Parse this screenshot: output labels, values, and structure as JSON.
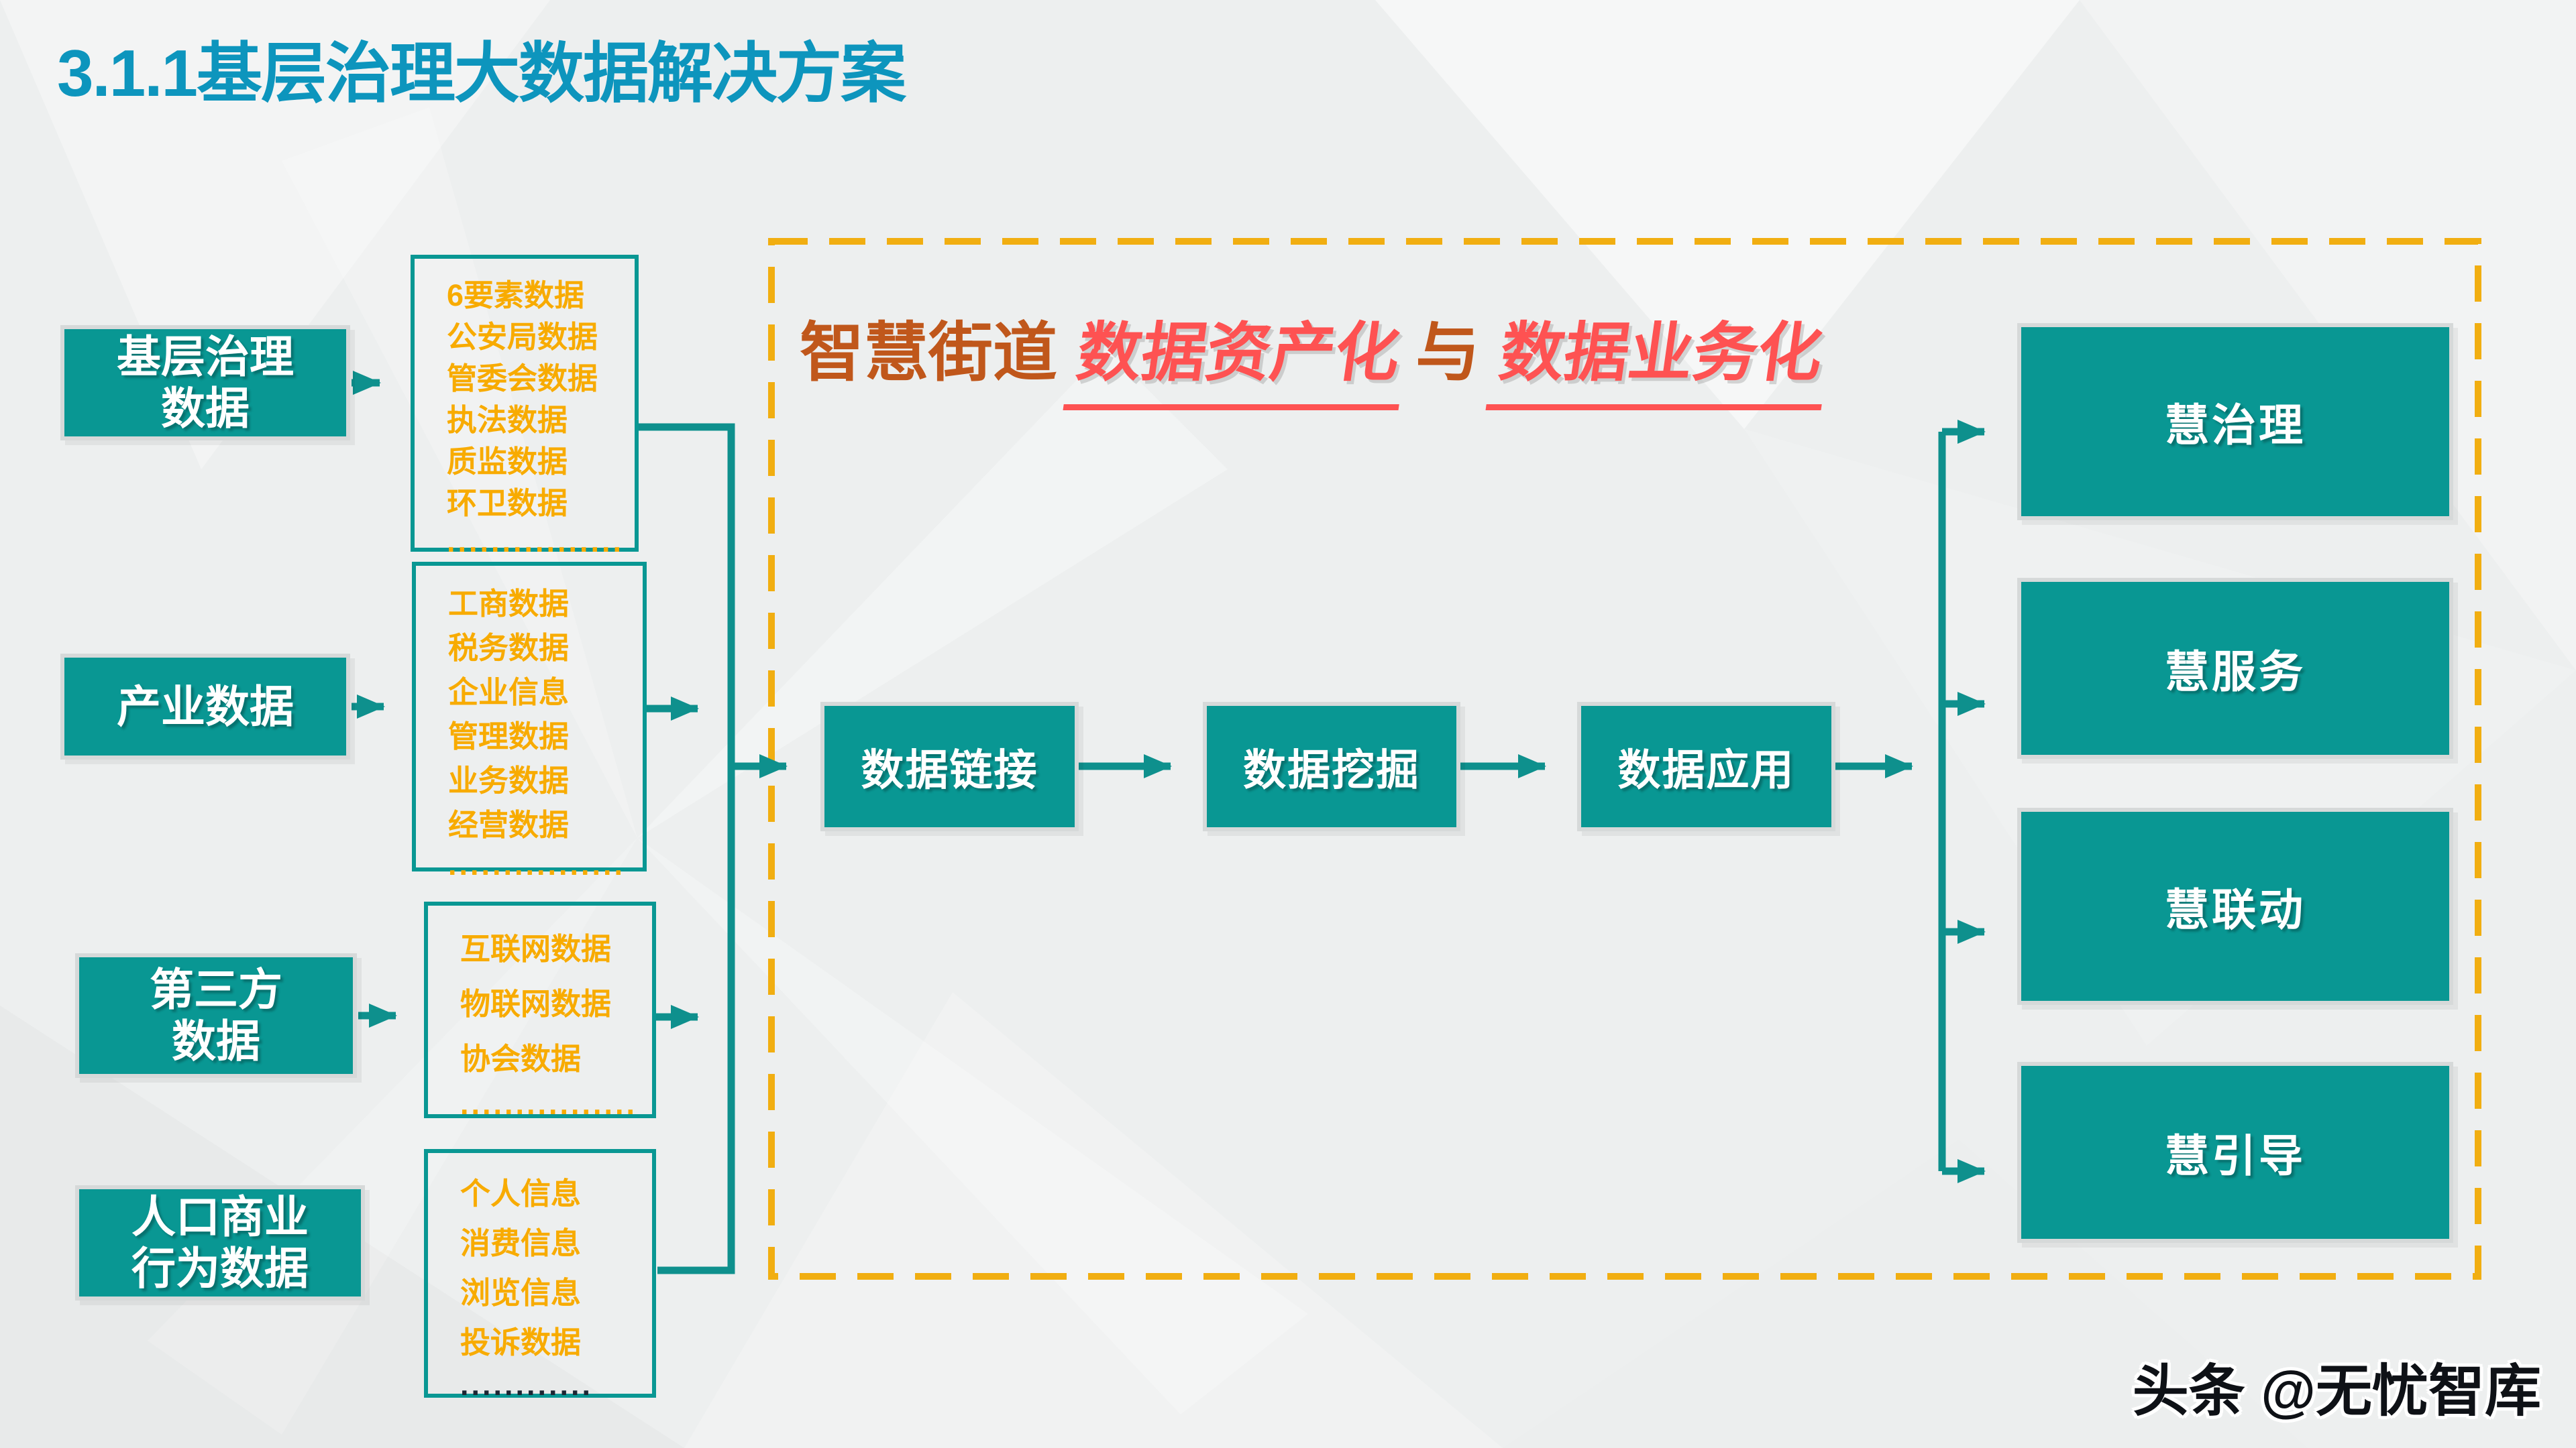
{
  "slide": {
    "title": "3.1.1基层治理大数据解决方案",
    "watermark": "头条 @无忧智库"
  },
  "left_groups": [
    {
      "label_lines": [
        "基层治理",
        "数据"
      ],
      "items": [
        "6要素数据",
        "公安局数据",
        "管委会数据",
        "执法数据",
        "质监数据",
        "环卫数据"
      ],
      "dots": "................",
      "dots_dark": false
    },
    {
      "label_lines": [
        "产业数据"
      ],
      "items": [
        "工商数据",
        "税务数据",
        "企业信息",
        "管理数据",
        "业务数据",
        "经营数据"
      ],
      "dots": "................",
      "dots_dark": false
    },
    {
      "label_lines": [
        "第三方",
        "数据"
      ],
      "items": [
        "互联网数据",
        "物联网数据",
        "协会数据"
      ],
      "dots": "................",
      "dots_dark": false
    },
    {
      "label_lines": [
        "人口商业",
        "行为数据"
      ],
      "items": [
        "个人信息",
        "消费信息",
        "浏览信息",
        "投诉数据"
      ],
      "dots": "............",
      "dots_dark": true
    }
  ],
  "panel": {
    "title_segments": [
      {
        "text": "智慧街道",
        "emphasis": false
      },
      {
        "text": "数据资产化",
        "emphasis": true
      },
      {
        "text": "与",
        "emphasis": false
      },
      {
        "text": "数据业务化",
        "emphasis": true
      }
    ],
    "flow_steps": [
      "数据链接",
      "数据挖掘",
      "数据应用"
    ],
    "outputs": [
      "慧治理",
      "慧服务",
      "慧联动",
      "慧引导"
    ]
  },
  "colors": {
    "teal_fill": "#099793",
    "teal_line": "#0e908d",
    "title_cyan": "#0d95bd",
    "list_orange": "#f8ab00",
    "dashed_amber": "#f1ae11",
    "emphasis_red": "#fe5252",
    "panel_brown": "#c0571b",
    "dark_dots": "#1c2633"
  }
}
